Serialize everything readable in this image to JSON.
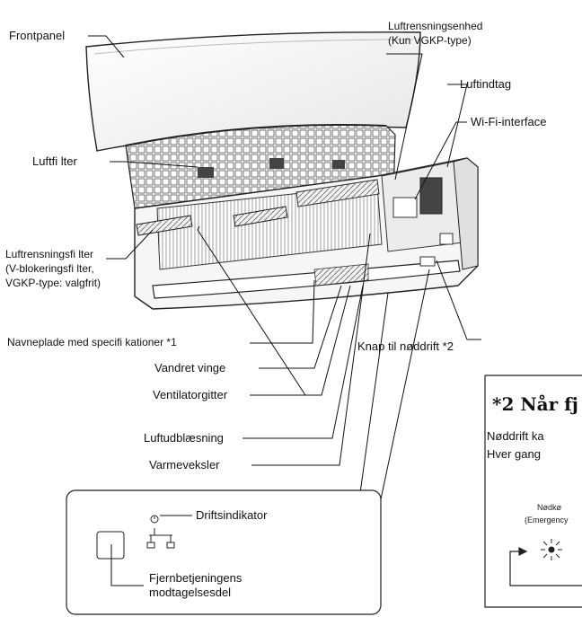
{
  "labels": {
    "frontpanel": "Frontpanel",
    "luftrensningsenhed_1": "Luftrensningsenhed",
    "luftrensningsenhed_2": "(Kun VGKP-type)",
    "luftindtag": "Luftindtag",
    "wifi": "Wi-Fi-interface",
    "luftfilter": "Luftfi lter",
    "luftrensningsfilter_1": "Luftrensningsfi lter",
    "luftrensningsfilter_2": "(V-blokeringsfi lter,",
    "luftrensningsfilter_3": "VGKP-type: valgfrit)",
    "navneplade": "Navneplade med specifi kationer *1",
    "knap_noeddrift": "Knap til nøddrift *2",
    "vandret_vinge": "Vandret vinge",
    "ventilatorgitter": "Ventilatorgitter",
    "luftudblaesning": "Luftudblæsning",
    "varmeveksler": "Varmeveksler"
  },
  "inset": {
    "driftsindikator": "Driftsindikator",
    "fjernbetjening_1": "Fjernbetjeningens",
    "fjernbetjening_2": "modtagelsesdel"
  },
  "note_box": {
    "title": "*2 Når fj",
    "line1": "Nøddrift ka",
    "line2": "Hver gang",
    "tiny1": "Nødkø",
    "tiny2": "(Emergency"
  }
}
